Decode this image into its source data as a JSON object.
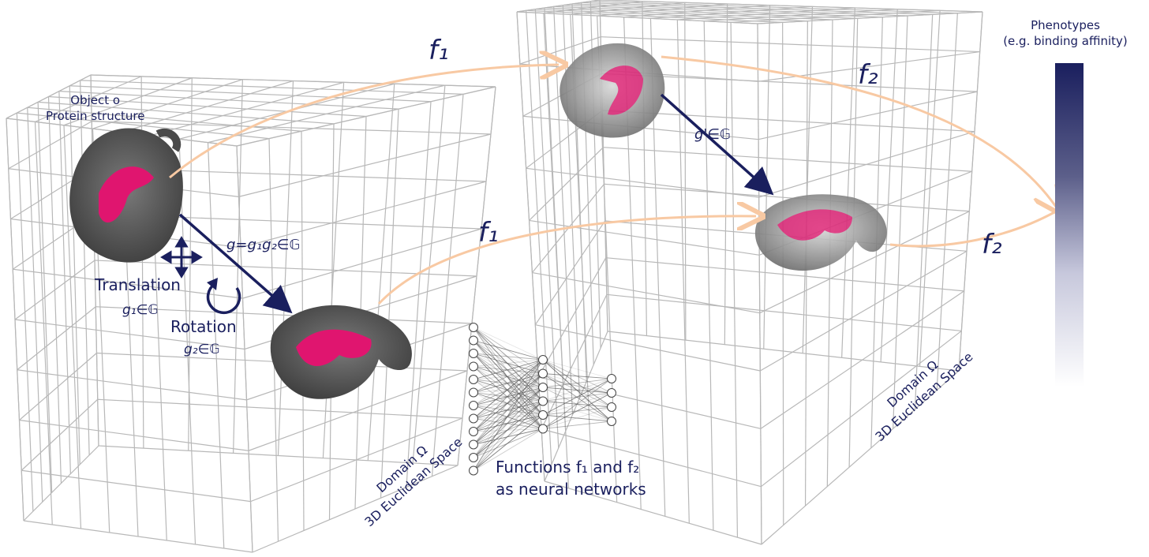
{
  "labels": {
    "object_line1": "Object o",
    "object_line2": "Protein structure",
    "translation": "Translation",
    "rotation": "Rotation",
    "g_full_math": "g=g₁g₂∈𝔾",
    "g1_member": "g₁∈𝔾",
    "g2_member": "g₂∈𝔾",
    "gprime_member": "g'∈𝔾",
    "f1": "f₁",
    "f2": "f₂",
    "domain_left_1": "Domain Ω",
    "domain_left_2": "3D Euclidean Space",
    "domain_right_1": "Domain Ω",
    "domain_right_2": "3D Euclidean Space",
    "nn_line1": "Functions f₁ and f₂",
    "nn_line2": "as neural networks",
    "phenotypes_line1": "Phenotypes",
    "phenotypes_line2": "(e.g. binding affinity)"
  },
  "colors": {
    "navy": "#1a1f5e",
    "grid": "#b8b8b8",
    "protein": "#5a5a5a",
    "highlight": "#e0156f",
    "arrow_peach": "#f8c9a3"
  }
}
